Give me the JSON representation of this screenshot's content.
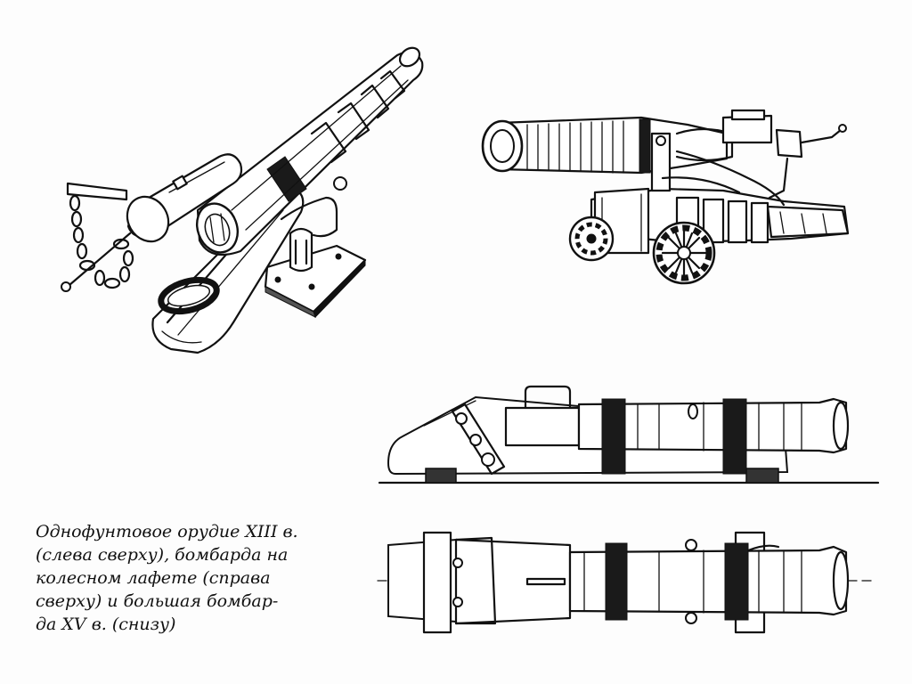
{
  "caption": {
    "lines": [
      "Однофунтовое орудие XIII в.",
      "(слева сверху), бомбарда на",
      "колесном лафете (справа",
      "сверху) и большая бомбар-",
      "да XV в. (снизу)"
    ]
  },
  "figures": [
    {
      "id": "one-pound-gun",
      "position": "top-left"
    },
    {
      "id": "wheeled-bombard",
      "position": "top-right"
    },
    {
      "id": "large-bombard-side",
      "position": "bottom-right-upper"
    },
    {
      "id": "large-bombard-top",
      "position": "bottom-right-lower"
    }
  ]
}
